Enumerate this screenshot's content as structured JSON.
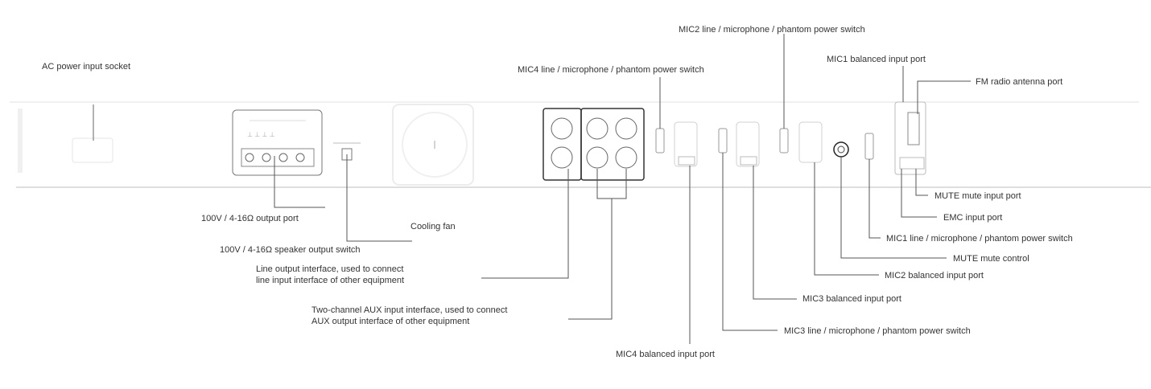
{
  "labels": {
    "ac_power": "AC power input socket",
    "output_port": "100V / 4-16Ω output port",
    "speaker_switch": "100V / 4-16Ω speaker output switch",
    "cooling_fan": "Cooling fan",
    "line_output_1": "Line output interface, used to connect",
    "line_output_2": "line input interface of other equipment",
    "aux_input_1": "Two-channel AUX input interface, used to connect",
    "aux_input_2": "AUX output interface of other equipment",
    "mic4_balanced": "MIC4 balanced input port",
    "mic4_switch": "MIC4 line / microphone / phantom power switch",
    "mic2_switch": "MIC2 line / microphone / phantom power switch",
    "mic1_balanced": "MIC1 balanced input port",
    "fm_antenna": "FM radio antenna port",
    "mute_input": "MUTE mute input port",
    "emc_input": "EMC input port",
    "mic1_switch": "MIC1 line / microphone / phantom power switch",
    "mute_control": "MUTE mute control",
    "mic2_balanced": "MIC2 balanced input port",
    "mic3_balanced": "MIC3 balanced input port",
    "mic3_switch": "MIC3 line / microphone / phantom power switch"
  },
  "colors": {
    "line": "#555555",
    "panel_line": "#bdbdbd",
    "device_line": "#9a9a9a",
    "dark_box": "#333333"
  }
}
